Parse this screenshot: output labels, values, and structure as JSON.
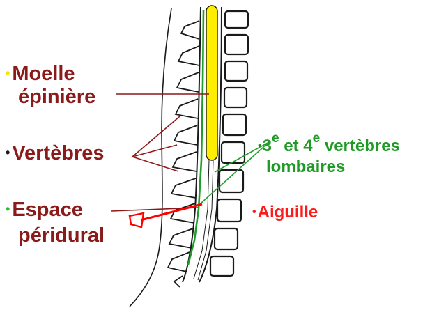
{
  "labels": {
    "moelle": {
      "line1": "Moelle",
      "line2": "épinière",
      "bullet": "•"
    },
    "vertebres": {
      "text": "Vertèbres",
      "bullet": "•"
    },
    "espace": {
      "line1": "Espace",
      "line2": "péridural",
      "bullet": "•"
    },
    "lombaires": {
      "bullet": "•",
      "num1": "3",
      "sup1": "e",
      "mid": " et ",
      "num2": "4",
      "sup2": "e",
      "tail": " vertèbres",
      "line2": "lombaires"
    },
    "aiguille": {
      "text": "Aiguille",
      "bullet": "•"
    }
  },
  "colors": {
    "label_dark_red": "#8b1a1a",
    "bullet_moelle": "#f2e600",
    "bullet_vertebres": "#1a1a1a",
    "bullet_espace": "#2fc032",
    "green_text": "#1e9a25",
    "red_text": "#ff1a1a",
    "spinal_cord": "#ffee00",
    "epidural_line": "#1f9d2a",
    "needle": "#ff0000",
    "outline": "#1a1a1a"
  }
}
